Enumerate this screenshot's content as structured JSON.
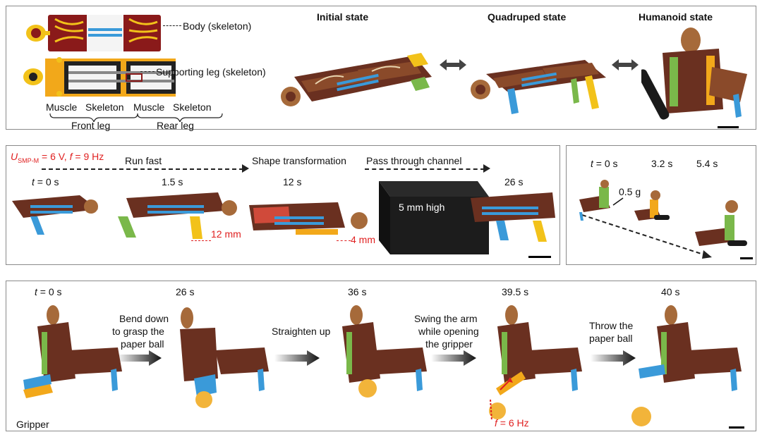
{
  "top": {
    "labels": {
      "body": "Body (skeleton)",
      "supporting_leg": "Supporting leg (skeleton)",
      "muscle_1": "Muscle",
      "skeleton_1": "Skeleton",
      "muscle_2": "Muscle",
      "skeleton_2": "Skeleton",
      "front_leg": "Front leg",
      "rear_leg": "Rear leg"
    },
    "states": {
      "initial": "Initial state",
      "quadruped": "Quadruped state",
      "humanoid": "Humanoid state"
    }
  },
  "middle": {
    "condition_u": "U",
    "condition_sub": "SMP-M",
    "condition_rest": " = 6 V, ",
    "condition_f": "f",
    "condition_f_rest": " = 9 Hz",
    "run_fast": "Run fast",
    "shape_transformation": "Shape transformation",
    "pass_channel": "Pass through channel",
    "t_var": "t",
    "t0": " = 0 s",
    "t1": "1.5 s",
    "t2": "12 s",
    "t3": "26 s",
    "height_12": "12 mm",
    "height_4": "4 mm",
    "block_label": "5 mm high"
  },
  "right_middle": {
    "t_var": "t",
    "t0": " = 0 s",
    "t1": "3.2 s",
    "t2": "5.4 s",
    "load": "0.5 g"
  },
  "bottom": {
    "t_var": "t",
    "t0": " = 0 s",
    "t1": "26 s",
    "t2": "36 s",
    "t3": "39.5 s",
    "t4": "40 s",
    "step1": [
      "Bend down",
      "to grasp the",
      "paper ball"
    ],
    "step2": "Straighten up",
    "step3": [
      "Swing the arm",
      "while opening",
      "the gripper"
    ],
    "step4": [
      "Throw the",
      "paper ball"
    ],
    "gripper": "Gripper",
    "freq_var": "f",
    "freq_rest": " = 6 Hz"
  }
}
